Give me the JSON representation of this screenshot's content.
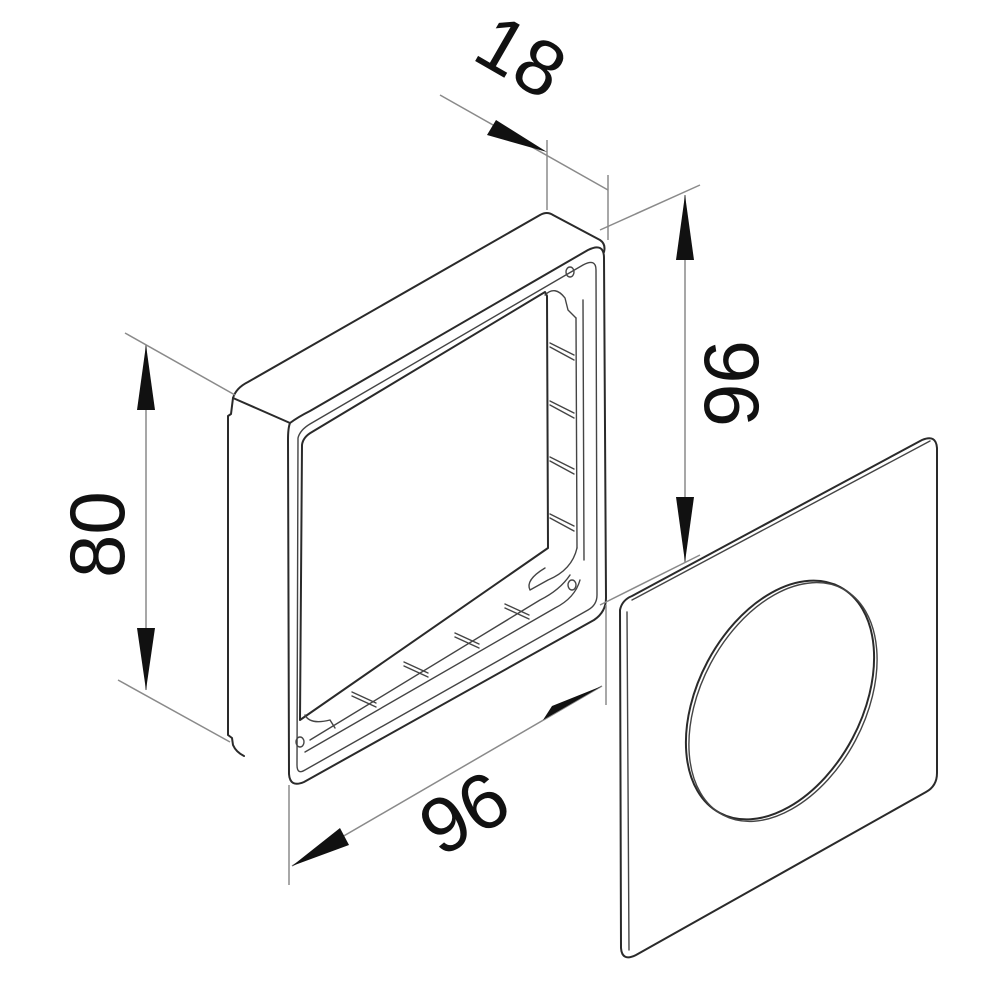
{
  "drawing": {
    "type": "technical-dimension-drawing",
    "units": "mm",
    "components": [
      {
        "name": "surface-mount-frame",
        "label": "frame"
      },
      {
        "name": "cover-plate",
        "label": "cover plate with round opening"
      }
    ],
    "dimensions": {
      "depth": {
        "value": "18",
        "orientation": "diagonal-top"
      },
      "frame_height": {
        "value": "80",
        "orientation": "vertical-left"
      },
      "frame_width": {
        "value": "96",
        "orientation": "diagonal-bottom"
      },
      "plate_height": {
        "value": "96",
        "orientation": "vertical-right"
      }
    },
    "colors": {
      "line": "#2a2a2a",
      "dimension_line": "#8a8a8a",
      "background": "#ffffff",
      "text": "#111111"
    }
  }
}
